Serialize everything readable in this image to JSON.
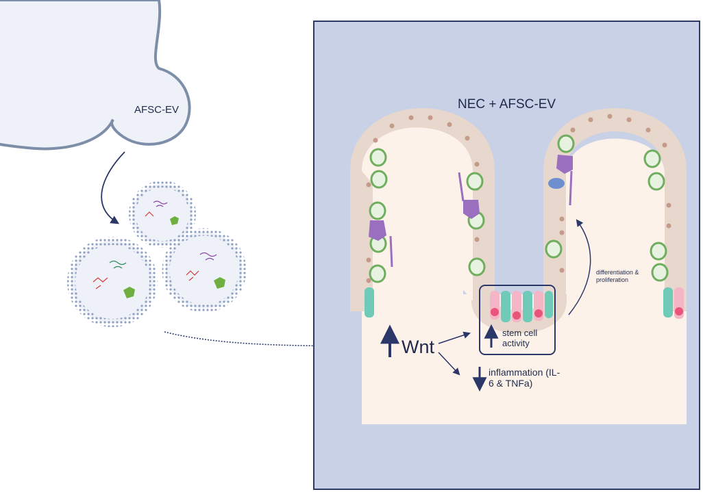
{
  "panel_title": "NEC + AFSC-EV",
  "source_label": "AFSC-EV",
  "wnt_label": "Wnt",
  "stem_cell_label": "stem cell activity",
  "inflammation_label": "inflammation (IL-6 & TNFa)",
  "differentiation_label": "differentiation & proliferation",
  "colors": {
    "panel_bg": "#c9d1e6",
    "panel_border": "#2e3a66",
    "lumen": "#fdf2ea",
    "epithelium": "#e8d7cc",
    "nucleus": "#c49a88",
    "goblet_cell": "#6fae5f",
    "tuft_cell": "#9b6fc0",
    "enteroendocrine_cell": "#6d8fd0",
    "paneth_cell": "#e9547a",
    "stem_cell": "#6fcab8",
    "arrow": "#2b3768",
    "membrane": "#8ea0c2"
  }
}
